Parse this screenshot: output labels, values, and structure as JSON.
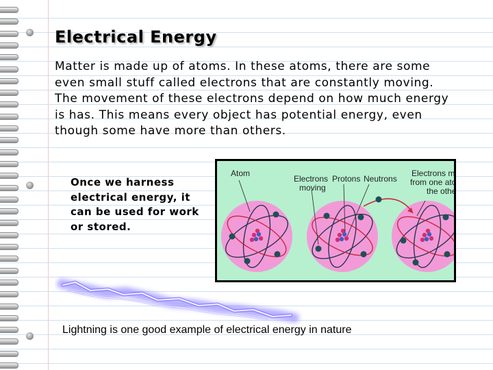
{
  "slide": {
    "title": "Electrical Energy",
    "paragraph": "Matter is made up of atoms. In these atoms, there are some even small stuff called electrons that are constantly moving. The movement of these electrons depend on how much energy is has. This means every object has potential energy, even though some have more than others.",
    "subtext": "Once we harness electrical energy, it can be used for work or stored.",
    "caption": "Lightning is one good example of electrical energy in nature"
  },
  "figure": {
    "labels": {
      "atom": "Atom",
      "electrons_moving": "Electrons moving",
      "protons": "Protons",
      "neutrons": "Neutrons",
      "electrons_between": "Electrons moving from one atom to the other"
    },
    "colors": {
      "background": "#b6f0cf",
      "atom_fill": "#f29ad8",
      "electron": "#1f4f57",
      "proton": "#d03070",
      "neutron": "#3a5fc8",
      "orbit_dark": "#2a3550",
      "orbit_red": "#d0263a",
      "arrow_path": "#d0263a"
    }
  },
  "icons": [
    "ring-binding-icon",
    "lightning-bolt-icon"
  ]
}
